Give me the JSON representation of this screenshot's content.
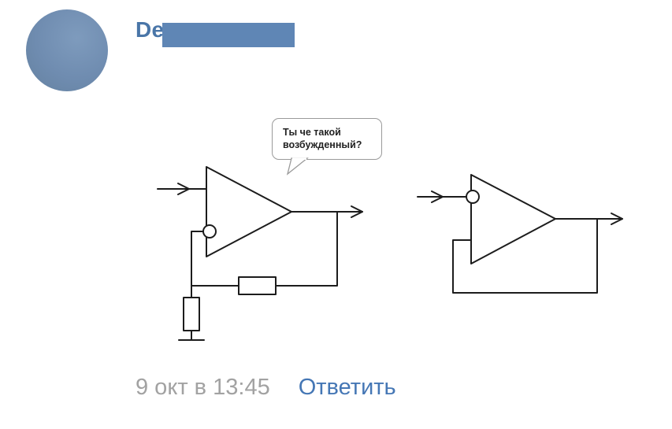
{
  "header": {
    "author_name": "Den"
  },
  "image": {
    "speech_bubble": {
      "line1": "Ты че такой",
      "line2": "возбужденный?"
    },
    "left_circuit": "op-amp with negative feedback: inverting input circle, feedback resistor, resistor to ground",
    "right_circuit": "op-amp with positive feedback: inverting circle on top input, feedback wire to lower input"
  },
  "footer": {
    "timestamp": "9 окт в 13:45",
    "reply_label": "Ответить"
  },
  "colors": {
    "author_blue": "#4a76a8",
    "redaction_fill": "#5f86b5",
    "avatar_fill": "#6f8cb0",
    "timestamp_gray": "#a2a2a2",
    "reply_blue": "#4577b5",
    "diagram_line": "#1c1c1c",
    "bubble_border": "#9a9a9a"
  }
}
